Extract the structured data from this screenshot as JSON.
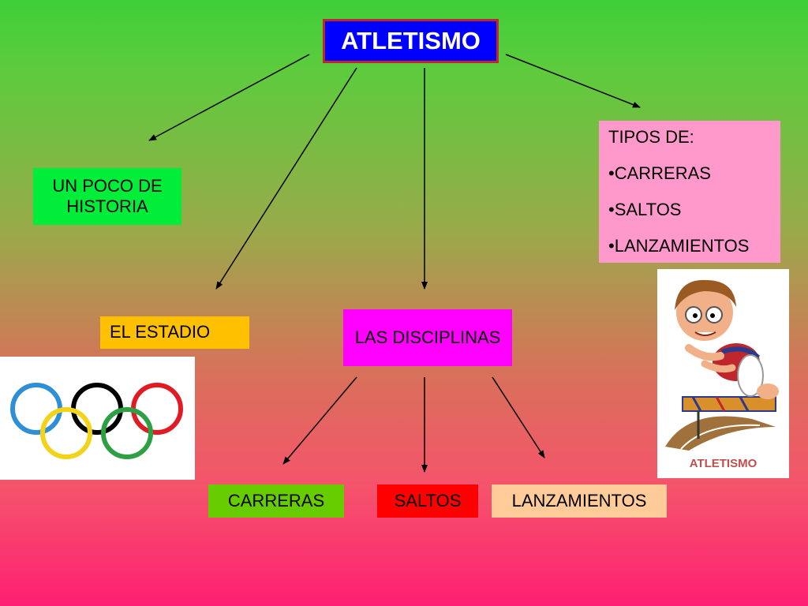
{
  "title": "ATLETISMO",
  "nodes": {
    "historia": "UN POCO DE HISTORIA",
    "tipos": {
      "heading": "TIPOS DE:",
      "items": [
        "•CARRERAS",
        "•SALTOS",
        "•LANZAMIENTOS"
      ]
    },
    "estadio": "EL ESTADIO",
    "disciplinas": "LAS DISCIPLINAS",
    "carreras": "CARRERAS",
    "saltos": "SALTOS",
    "lanzamientos": "LANZAMIENTOS"
  },
  "mascot": {
    "icon": "athletics-mascot-icon",
    "caption": "ATLETISMO"
  },
  "olympic_rings": {
    "icon": "olympic-rings-icon",
    "colors": [
      "#2f8fd6",
      "#000000",
      "#e01b24",
      "#f2d31a",
      "#2da044"
    ]
  },
  "colors": {
    "title_bg": "#0000ff",
    "title_border": "#c0272d",
    "historia_bg": "#00ee3a",
    "tipos_bg": "#ff99cc",
    "estadio_bg": "#ffc000",
    "disciplinas_bg": "#ff00ff",
    "carreras_bg": "#66cc00",
    "saltos_bg": "#ff0000",
    "lanzamientos_bg": "#ffcc99"
  }
}
